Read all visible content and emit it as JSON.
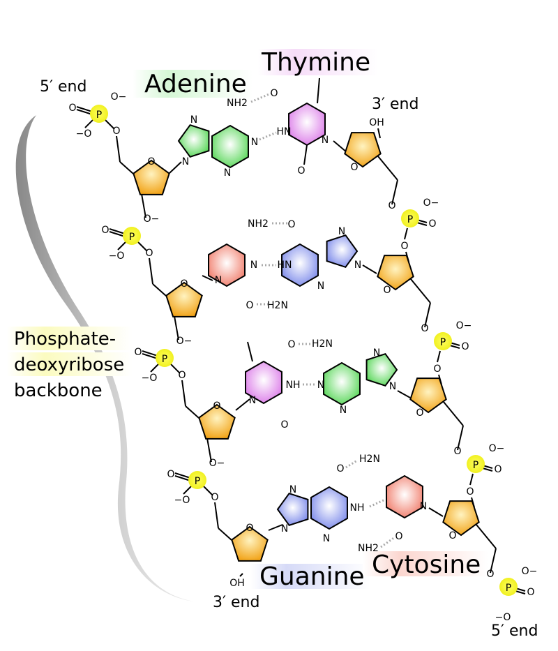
{
  "bases": {
    "adenine": "Adenine",
    "thymine": "Thymine",
    "guanine": "Guanine",
    "cytosine": "Cytosine"
  },
  "ends": {
    "left_top": "5′ end",
    "right_top": "3′ end",
    "left_bottom": "3′ end",
    "right_bottom": "5′ end"
  },
  "backbone": {
    "line1": "Phosphate-",
    "line2": "deoxyribose",
    "line3": "backbone"
  },
  "atoms": {
    "N": "N",
    "O": "O",
    "P": "P",
    "NH2": "NH2",
    "H2N": "H2N",
    "NH": "NH",
    "HN": "HN",
    "OH": "OH",
    "Ominus_l": "−O",
    "Ominus_r": "O−"
  },
  "colors": {
    "adenine": "#7de87d",
    "thymine": "#e89ef0",
    "guanine": "#9aa6f0",
    "cytosine": "#f59a8c",
    "sugar": "#f7b640",
    "phosphate": "#f4f43a"
  }
}
